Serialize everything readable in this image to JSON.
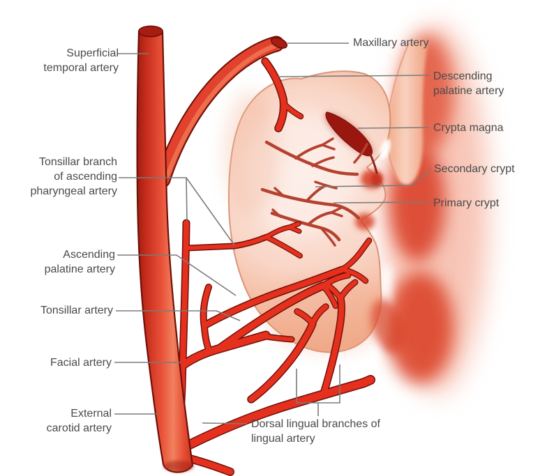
{
  "figure": {
    "labels": {
      "superficial_temporal": "Superficial\ntemporal artery",
      "tonsillar_branch": "Tonsillar branch\nof ascending\npharyngeal artery",
      "ascending_palatine": "Ascending\npalatine artery",
      "tonsillar_artery": "Tonsillar artery",
      "facial_artery": "Facial artery",
      "external_carotid": "External\ncarotid artery",
      "dorsal_lingual": "Dorsal lingual branches of\nlingual artery",
      "maxillary_artery": "Maxillary artery",
      "descending_palatine": "Descending\npalatine artery",
      "crypta_magna": "Crypta magna",
      "secondary_crypt": "Secondary crypt",
      "primary_crypt": "Primary crypt"
    },
    "colors": {
      "background": "#ffffff",
      "artery_bright": "#e6301e",
      "artery_outline": "#6e0f08",
      "artery_cap": "#a81d12",
      "tonsil_pink": "#f8d3c4",
      "crypt_dark": "#9a1710",
      "mucosa_red": "#d93a22",
      "twig_red": "#b5412f",
      "label_text": "#4a4a4a",
      "leader_line": "#7b7b7b"
    }
  }
}
